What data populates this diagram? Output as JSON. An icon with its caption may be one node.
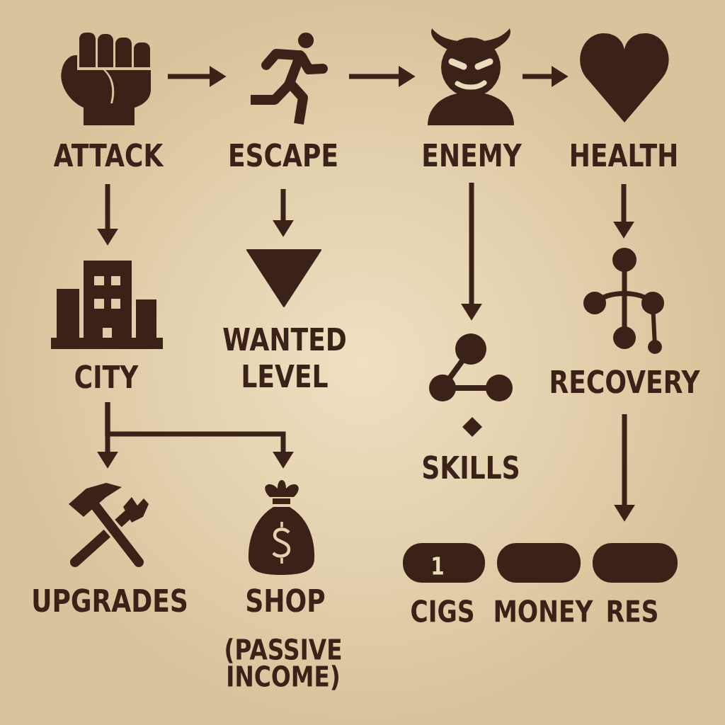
{
  "diagram": {
    "nodes": [
      {
        "text": [
          "ATTACK"
        ]
      },
      {
        "text": [
          "ESCAPE"
        ]
      },
      {
        "text": [
          "ENEMY"
        ]
      },
      {
        "text": [
          "HEALTH"
        ]
      },
      {
        "text": [
          "CITY"
        ]
      },
      {
        "text": [
          "WANTED LEVEL"
        ]
      },
      {
        "text": [
          "SKILLS"
        ]
      },
      {
        "text": [
          "RECOVERY"
        ]
      },
      {
        "text": [
          "UPGRADES"
        ]
      },
      {
        "text": [
          "SHOP",
          "(PASSIVE INCOME)"
        ]
      },
      {
        "text": [
          "1",
          "CIGS"
        ]
      },
      {
        "text": [
          "MONEY"
        ]
      },
      {
        "text": [
          "RES"
        ]
      }
    ],
    "edges": [
      {
        "from": 0,
        "to": 1,
        "arrow": "to"
      },
      {
        "from": 1,
        "to": 2,
        "arrow": "to"
      },
      {
        "from": 2,
        "to": 3,
        "arrow": "to"
      },
      {
        "from": 0,
        "to": 4,
        "arrow": "to"
      },
      {
        "from": 1,
        "to": 5,
        "arrow": "to"
      },
      {
        "from": 2,
        "to": 6,
        "arrow": "to"
      },
      {
        "from": 3,
        "to": 7,
        "arrow": "to"
      },
      {
        "from": 4,
        "to": 8,
        "arrow": "to"
      },
      {
        "from": 4,
        "to": 9,
        "arrow": "to"
      },
      {
        "from": 7,
        "to": 12,
        "arrow": "to"
      }
    ]
  }
}
